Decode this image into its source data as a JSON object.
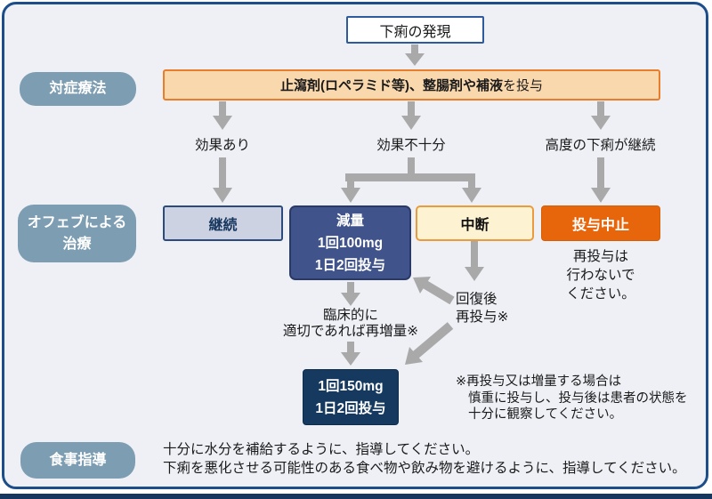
{
  "colors": {
    "page_bg": "#eef0f5",
    "frame_border": "#1d4e89",
    "bottom_bar": "#15375f",
    "pill_bg": "#7d9db2",
    "banner_bg": "#fad8ae",
    "banner_border": "#e87e2b",
    "keizoku_bg": "#cdd2e3",
    "genryo_bg": "#40538a",
    "chudan_bg": "#fdf2d2",
    "chushi_bg": "#e8660b",
    "box150_bg": "#163a5f",
    "arrow_gray": "#a9a9a9"
  },
  "start": {
    "label": "下痢の発現"
  },
  "pills": {
    "taisho": {
      "label": "対症療法"
    },
    "ofev": {
      "line1": "オフェブによる",
      "line2": "治療"
    },
    "shokuji": {
      "label": "食事指導"
    }
  },
  "banner": {
    "bold": "止瀉剤(ロペラミド等)、整腸剤や補液",
    "regular": "を投与"
  },
  "branches": [
    {
      "label": "効果あり"
    },
    {
      "label": "効果不十分"
    },
    {
      "label": "高度の下痢が継続"
    }
  ],
  "boxes": {
    "keizoku": {
      "label": "継続"
    },
    "genryo": {
      "lines": [
        "減量",
        "1回100mg",
        "1日2回投与"
      ]
    },
    "chudan": {
      "label": "中断"
    },
    "chushi": {
      "label": "投与中止"
    }
  },
  "chushi_note": {
    "lines": [
      "再投与は",
      "行わないで",
      "ください。"
    ]
  },
  "annotations": {
    "rinsho": {
      "lines": [
        "臨床的に",
        "適切であれば再増量※"
      ]
    },
    "kaifuku": {
      "lines": [
        "回復後",
        "再投与※"
      ]
    }
  },
  "box150": {
    "lines": [
      "1回150mg",
      "1日2回投与"
    ]
  },
  "note": {
    "lines": [
      "※再投与又は増量する場合は",
      "慎重に投与し、投与後は患者の状態を",
      "十分に観察してください。"
    ]
  },
  "guidance": {
    "lines": [
      "十分に水分を補給するように、指導してください。",
      "下痢を悪化させる可能性のある食べ物や飲み物を避けるように、指導してください。"
    ]
  }
}
